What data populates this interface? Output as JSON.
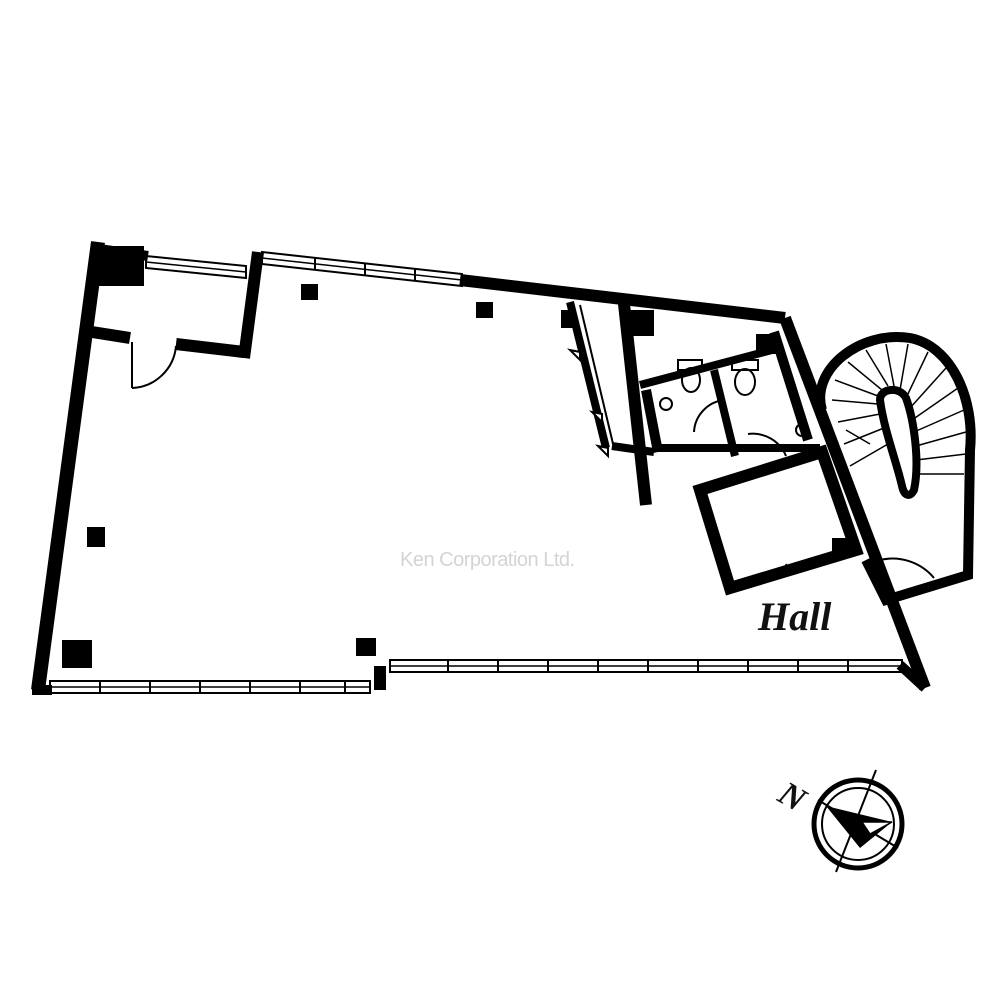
{
  "floorplan": {
    "room_label": "Hall",
    "watermark": "Ken Corporation Ltd.",
    "compass_label": "N"
  },
  "icons": {
    "compass": "compass-rose-icon",
    "toilet": "toilet-icon",
    "sink": "sink-icon",
    "door": "door-swing-icon",
    "stairs": "spiral-staircase-icon",
    "window": "window-icon",
    "column": "column-icon"
  },
  "colors": {
    "wall": "#000000",
    "background": "#ffffff",
    "watermark": "#d4d4d4"
  }
}
